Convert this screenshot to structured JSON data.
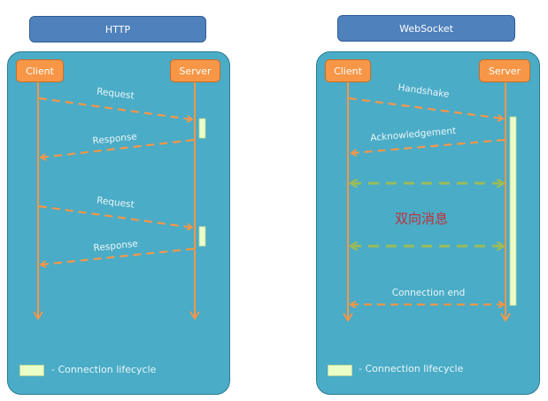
{
  "http": {
    "title": "HTTP",
    "client": "Client",
    "server": "Server",
    "messages": [
      {
        "label": "Request",
        "direction": "client-to-server"
      },
      {
        "label": "Response",
        "direction": "server-to-client"
      },
      {
        "label": "Request",
        "direction": "client-to-server"
      },
      {
        "label": "Response",
        "direction": "server-to-client"
      }
    ],
    "legend": "- Connection lifecycle"
  },
  "websocket": {
    "title": "WebSocket",
    "client": "Client",
    "server": "Server",
    "messages": [
      {
        "label": "Handshake",
        "direction": "client-to-server"
      },
      {
        "label": "Acknowledgement",
        "direction": "server-to-client"
      },
      {
        "label": "",
        "direction": "bidirectional"
      },
      {
        "label": "",
        "direction": "bidirectional"
      },
      {
        "label": "Connection end",
        "direction": "bidirectional"
      }
    ],
    "bidirectional_label": "双向消息",
    "legend": "- Connection lifecycle"
  },
  "colors": {
    "title_fill": "#4f81bd",
    "panel_fill": "#4aacc6",
    "actor_fill": "#f79646",
    "arrow_orange": "#f79646",
    "arrow_green": "#9bbb59",
    "lifecycle_fill": "#ebffc9",
    "chinese_label": "#c0303a"
  }
}
